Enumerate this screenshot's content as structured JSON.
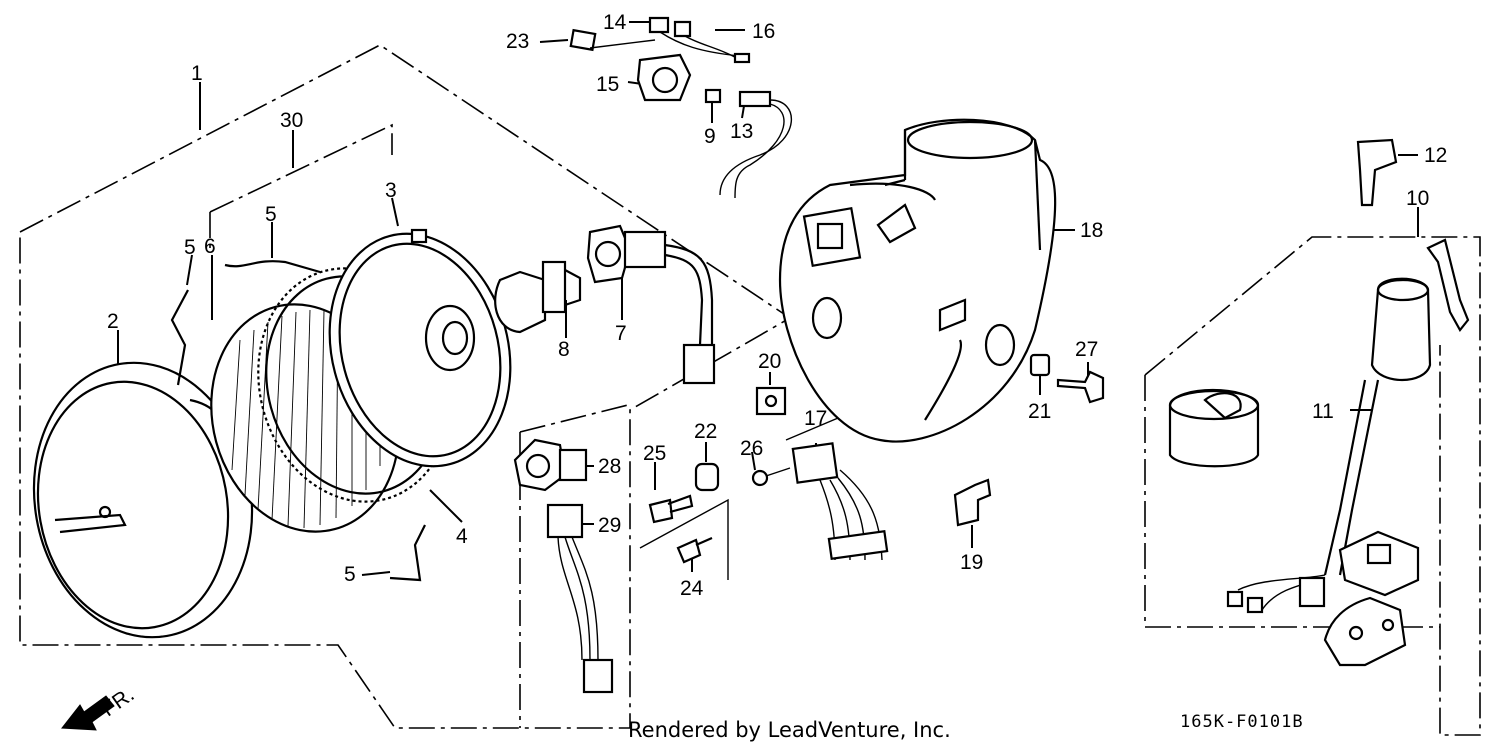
{
  "diagram": {
    "direction_label": "FR.",
    "callouts": {
      "c1": "1",
      "c2": "2",
      "c3": "3",
      "c4": "4",
      "c5a": "5",
      "c5b": "5",
      "c5c": "5",
      "c6": "6",
      "c7": "7",
      "c8": "8",
      "c9": "9",
      "c10": "10",
      "c11": "11",
      "c12": "12",
      "c13": "13",
      "c14": "14",
      "c15": "15",
      "c16": "16",
      "c17": "17",
      "c18": "18",
      "c19": "19",
      "c20": "20",
      "c21": "21",
      "c22": "22",
      "c23": "23",
      "c24": "24",
      "c25": "25",
      "c26": "26",
      "c27": "27",
      "c28": "28",
      "c29": "29",
      "c30": "30"
    }
  },
  "footer": {
    "credit": "Rendered by LeadVenture, Inc.",
    "diagram_code": "165K-F0101B"
  }
}
